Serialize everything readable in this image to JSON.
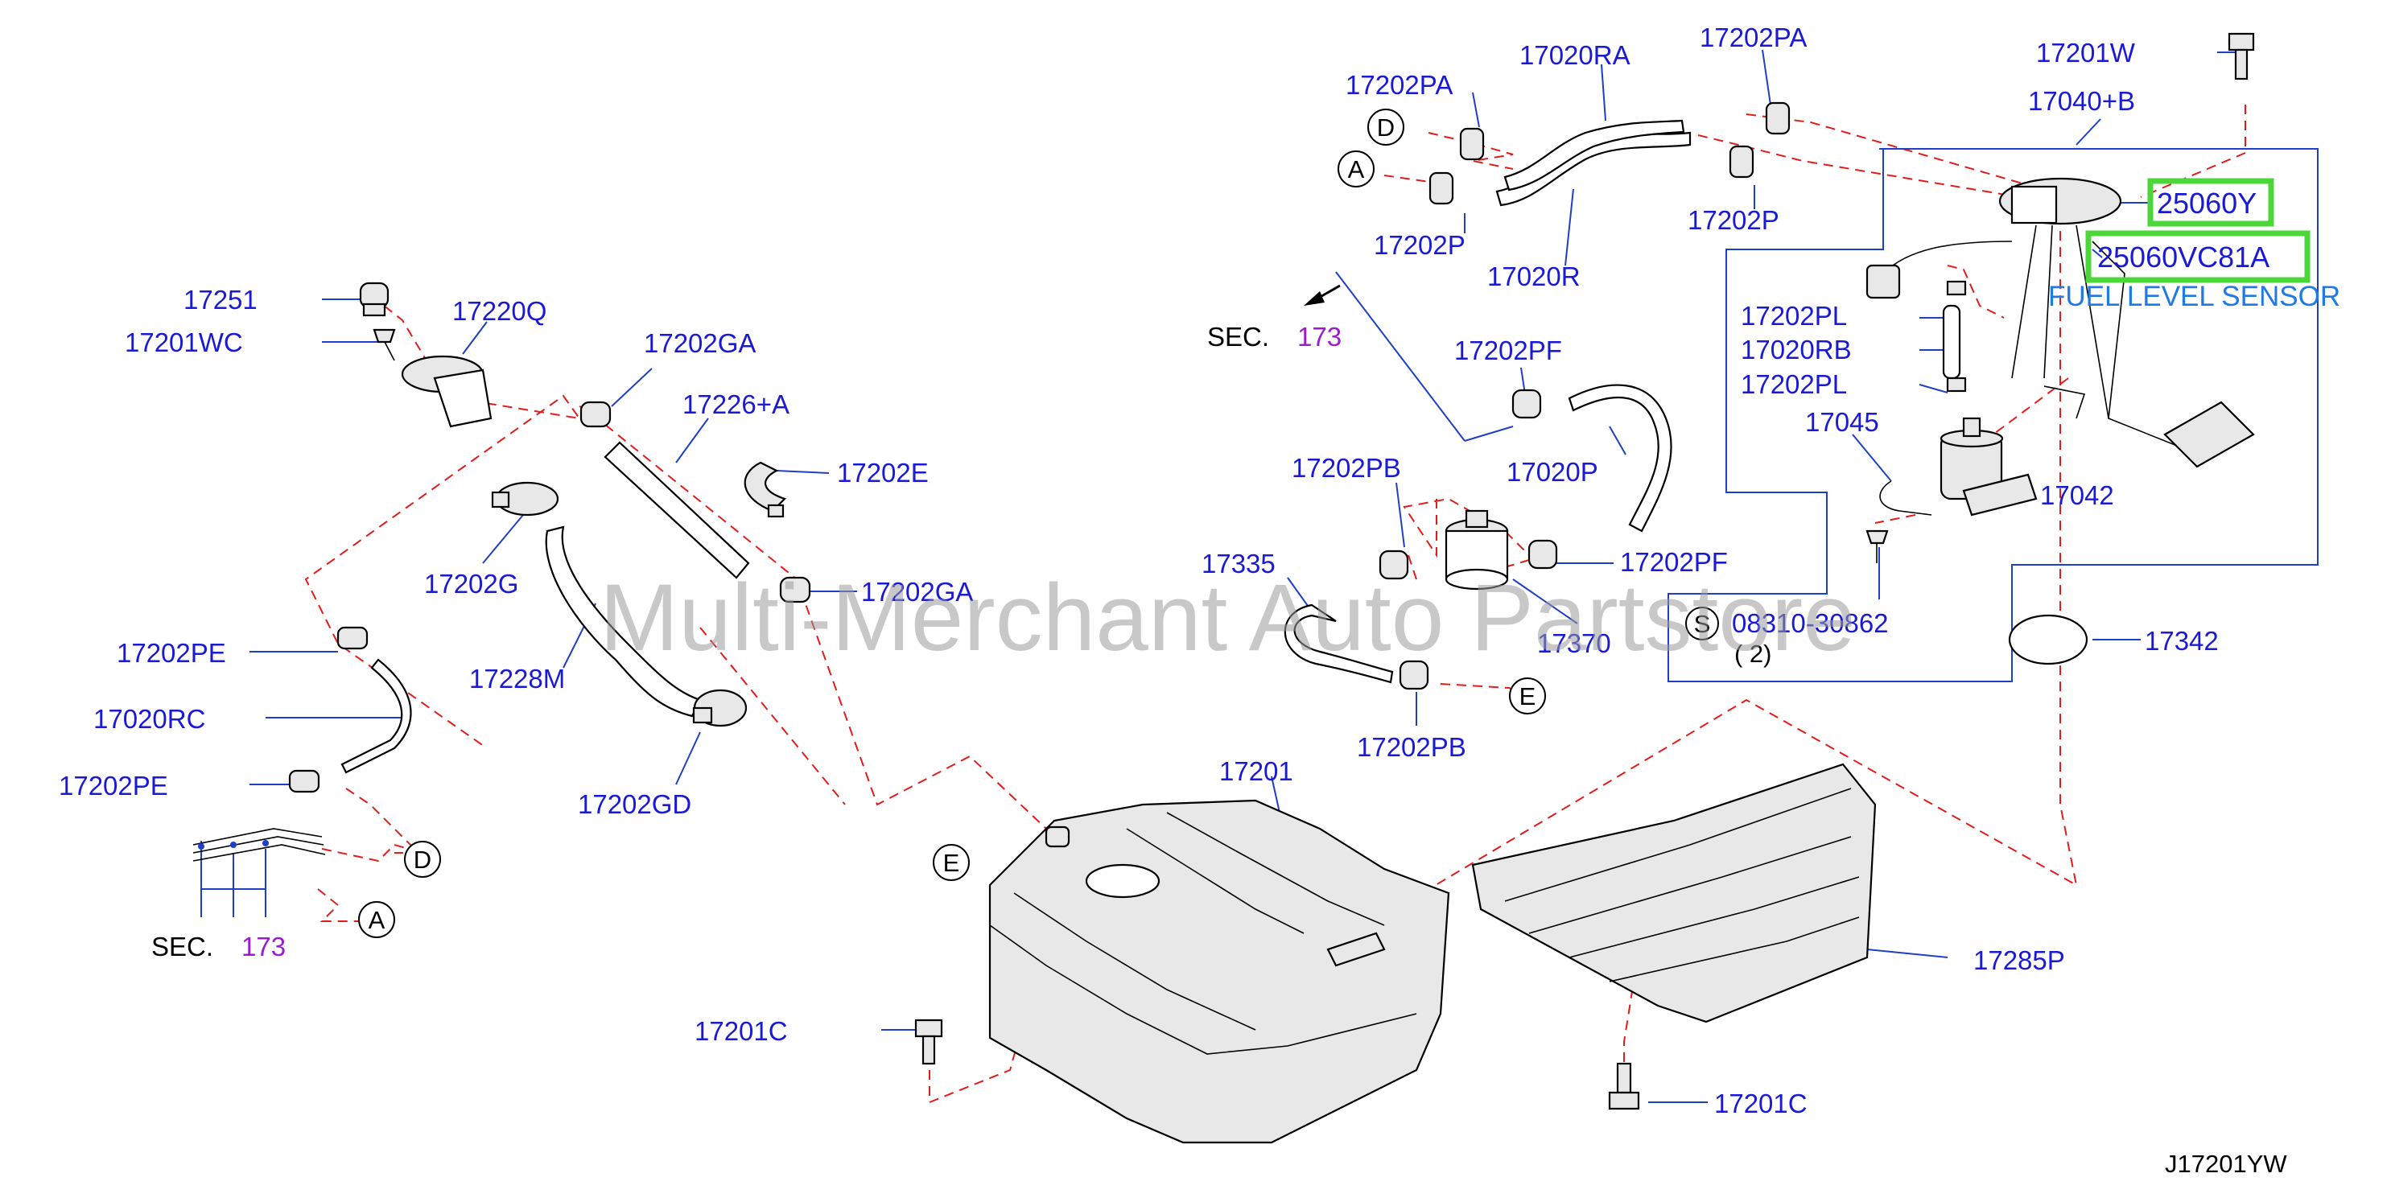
{
  "diagram": {
    "labels": {
      "p17202PA_1": "17202PA",
      "p17020RA": "17020RA",
      "p17202PA_2": "17202PA",
      "p17201W": "17201W",
      "p17040B": "17040+B",
      "p25060Y": "25060Y",
      "p25060VC81A": "25060VC81A",
      "p17202P_1": "17202P",
      "p17020R": "17020R",
      "p17202P_2": "17202P",
      "p17251": "17251",
      "p17220Q": "17220Q",
      "p17201WC": "17201WC",
      "p17202GA_1": "17202GA",
      "p17226A": "17226+A",
      "p17202E": "17202E",
      "p17202G": "17202G",
      "p17202GA_2": "17202GA",
      "p17202PE_1": "17202PE",
      "p17228M": "17228M",
      "p17020RC": "17020RC",
      "p17202PE_2": "17202PE",
      "p17202GD": "17202GD",
      "p17202PF_1": "17202PF",
      "p17020P": "17020P",
      "p17202PB_1": "17202PB",
      "p17202PF_2": "17202PF",
      "p17335": "17335",
      "p17370": "17370",
      "p17202PB_2": "17202PB",
      "p17202PL_1": "17202PL",
      "p17020RB": "17020RB",
      "p17202PL_2": "17202PL",
      "p17045": "17045",
      "p17042": "17042",
      "p08310": "08310-30862",
      "p08310_qty": "( 2)",
      "p17342": "17342",
      "p17201": "17201",
      "p17285P": "17285P",
      "p17201C_1": "17201C",
      "p17201C_2": "17201C"
    },
    "callout_fuel_level_sensor": "FUEL LEVEL SENSOR",
    "sec_label_1": "SEC.",
    "sec_num_1": "173",
    "sec_label_2": "SEC.",
    "sec_num_2": "173",
    "circle_refs": {
      "D_top": "D",
      "A_top": "A",
      "D_left": "D",
      "A_left": "A",
      "E_mid": "E",
      "E_tank": "E",
      "S": "S"
    },
    "watermark": "Multi-Merchant Auto Partstore",
    "diagram_code": "J17201YW",
    "colors": {
      "label_blue": "#1a1ad6",
      "leader_blue": "#1f3fc8",
      "dash_red": "#e21b1b",
      "highlight_green": "#4cd63a",
      "sec_purple": "#9a1bd0",
      "callout_blue": "#1f7ae6"
    }
  }
}
